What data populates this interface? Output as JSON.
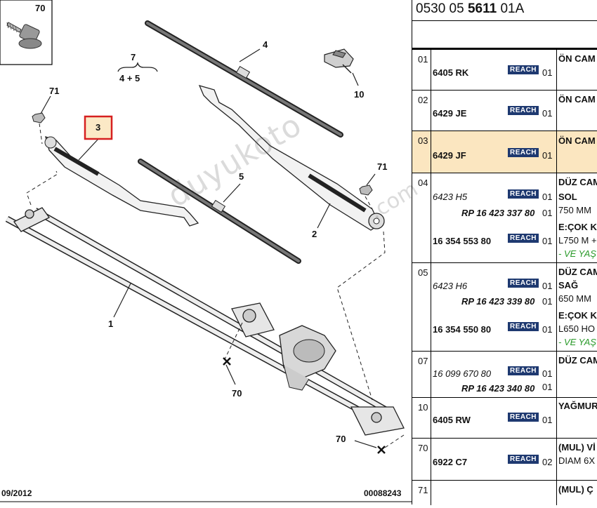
{
  "diagram": {
    "labels": {
      "p70": "70",
      "p7": "7",
      "p45": "4 + 5",
      "p4": "4",
      "p10": "10",
      "p71a": "71",
      "p3": "3",
      "p71b": "71",
      "p5": "5",
      "p2": "2",
      "p1": "1",
      "p70b": "70",
      "p70c": "70"
    },
    "date": "09/2012",
    "code": "00088243",
    "watermark_main": "duyukoto",
    "watermark_tail": ".com",
    "highlight_color": "#d62020"
  },
  "header": {
    "prefix": "0530 05 ",
    "bold": "5611",
    "suffix": " 01A"
  },
  "rows": [
    {
      "num": "01",
      "ref": "6405 RK",
      "reach": "REACH",
      "qty": "01",
      "desc": "ÖN CAM"
    },
    {
      "num": "02",
      "ref": "6429 JE",
      "reach": "REACH",
      "qty": "01",
      "desc": "ÖN CAM"
    },
    {
      "num": "03",
      "ref": "6429 JF",
      "reach": "REACH",
      "qty": "01",
      "desc": "ÖN CAM"
    },
    {
      "num": "04",
      "ref": "6423 H5",
      "reach": "REACH",
      "qty": "01",
      "desc1": "DÜZ CAM",
      "desc2": "SOL",
      "alt": "RP 16 423 337 80",
      "alt_qty": "01",
      "desc3": "750 MM",
      "ref_b": "16 354 553 80",
      "reach_b": "REACH",
      "qty_b": "01",
      "desc4": "E:ÇOK K",
      "desc5": "L750 M +",
      "desc6": "- VE YAŞ"
    },
    {
      "num": "05",
      "ref": "6423 H6",
      "reach": "REACH",
      "qty": "01",
      "desc1": "DÜZ CAM",
      "desc2": "SAĞ",
      "alt": "RP 16 423 339 80",
      "alt_qty": "01",
      "desc3": "650 MM",
      "ref_b": "16 354 550 80",
      "reach_b": "REACH",
      "qty_b": "01",
      "desc4": "E:ÇOK K",
      "desc5": "L650 HO",
      "desc6": "- VE YAŞ"
    },
    {
      "num": "07",
      "ref": "16 099 670 80",
      "reach": "REACH",
      "qty": "01",
      "desc": "DÜZ CAM",
      "alt": "RP 16 423 340 80",
      "alt_qty": "01"
    },
    {
      "num": "10",
      "ref": "6405 RW",
      "reach": "REACH",
      "qty": "01",
      "desc": "YAĞMUR"
    },
    {
      "num": "70",
      "ref": "6922 C7",
      "reach": "REACH",
      "qty": "02",
      "desc1": "(MUL) Vİ",
      "desc2": "DIAM 6X"
    },
    {
      "num": "71",
      "desc": "(MUL) Ç"
    }
  ]
}
